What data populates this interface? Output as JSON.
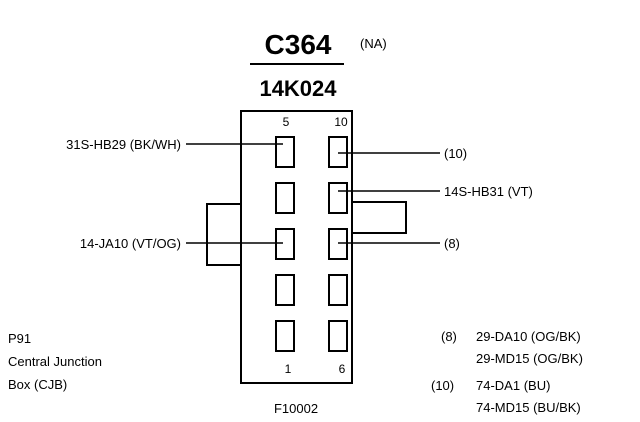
{
  "connector": {
    "id": "C364",
    "market": "(NA)",
    "part_number": "14K024"
  },
  "pin_numbers": {
    "top_left": "5",
    "top_right": "10",
    "bottom_left": "1",
    "bottom_right": "6"
  },
  "wires": {
    "left_top": "31S-HB29 (BK/WH)",
    "left_mid": "14-JA10 (VT/OG)",
    "right_top": "(10)",
    "right_second": "14S-HB31 (VT)",
    "right_mid": "(8)"
  },
  "location": {
    "line1": "P91",
    "line2": "Central Junction",
    "line3": "Box (CJB)"
  },
  "splice_notes": {
    "group8_ref": "(8)",
    "group8_line1": "29-DA10 (OG/BK)",
    "group8_line2": "29-MD15 (OG/BK)",
    "group10_ref": "(10)",
    "group10_line1": "74-DA1 (BU)",
    "group10_line2": "74-MD15 (BU/BK)"
  },
  "figure_id": "F10002"
}
